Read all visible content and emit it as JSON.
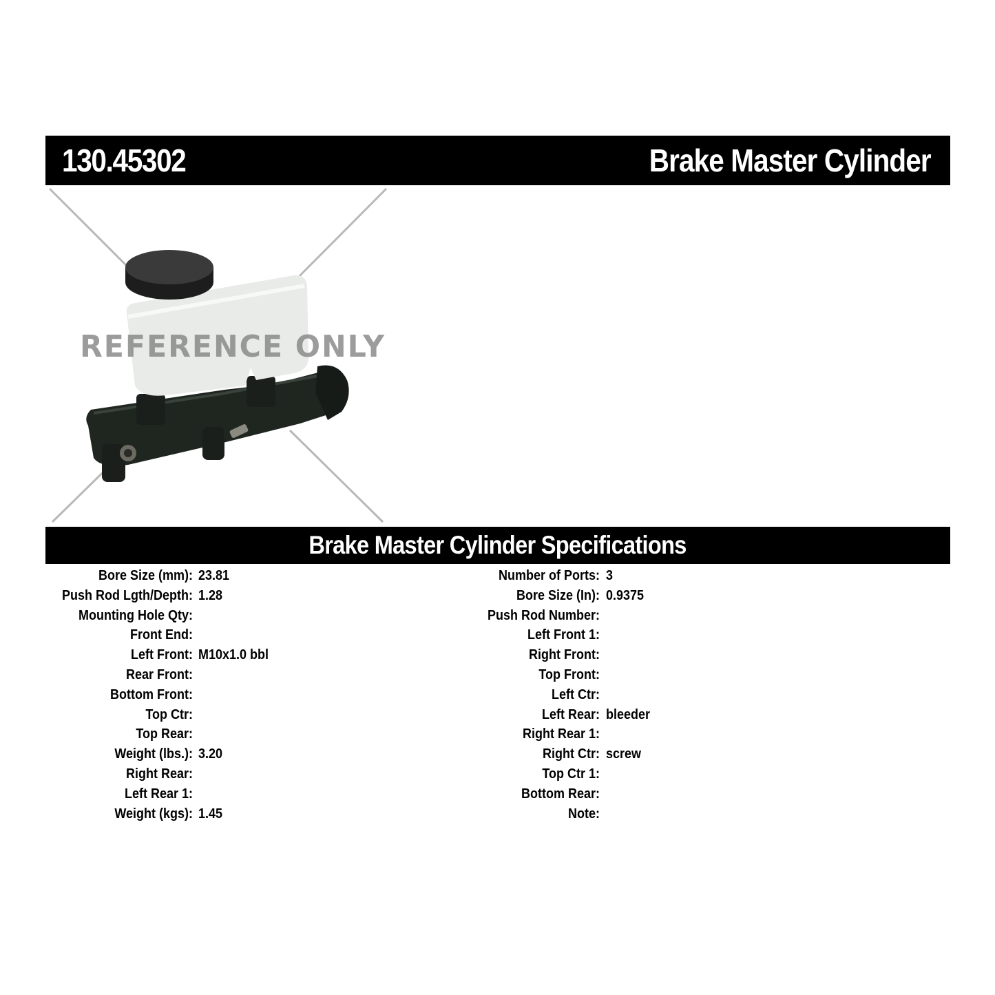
{
  "header": {
    "part_number": "130.45302",
    "part_type": "Brake Master Cylinder"
  },
  "image": {
    "alt": "Brake master cylinder product photo",
    "watermark": "REFERENCE ONLY"
  },
  "specs": {
    "title": "Brake Master Cylinder Specifications",
    "left": [
      {
        "label": "Bore Size (mm):",
        "value": "23.81"
      },
      {
        "label": "Push Rod Lgth/Depth:",
        "value": "1.28"
      },
      {
        "label": "Mounting Hole Qty:",
        "value": ""
      },
      {
        "label": "Front End:",
        "value": ""
      },
      {
        "label": "Left Front:",
        "value": "M10x1.0 bbl"
      },
      {
        "label": "Rear Front:",
        "value": ""
      },
      {
        "label": "Bottom Front:",
        "value": ""
      },
      {
        "label": "Top Ctr:",
        "value": ""
      },
      {
        "label": "Top Rear:",
        "value": ""
      },
      {
        "label": "Weight (lbs.):",
        "value": "3.20"
      },
      {
        "label": "Right Rear:",
        "value": ""
      },
      {
        "label": "Left Rear 1:",
        "value": ""
      },
      {
        "label": "Weight (kgs):",
        "value": "1.45"
      }
    ],
    "right": [
      {
        "label": "Number of Ports:",
        "value": "3"
      },
      {
        "label": "Bore Size (In):",
        "value": "0.9375"
      },
      {
        "label": "Push Rod Number:",
        "value": ""
      },
      {
        "label": "Left Front 1:",
        "value": ""
      },
      {
        "label": "Right Front:",
        "value": ""
      },
      {
        "label": "Top Front:",
        "value": ""
      },
      {
        "label": "Left Ctr:",
        "value": ""
      },
      {
        "label": "Left Rear:",
        "value": "bleeder"
      },
      {
        "label": "Right Rear 1:",
        "value": ""
      },
      {
        "label": "Right Ctr:",
        "value": "screw"
      },
      {
        "label": "Top Ctr 1:",
        "value": ""
      },
      {
        "label": "Bottom Rear:",
        "value": ""
      },
      {
        "label": "Note:",
        "value": ""
      }
    ]
  },
  "colors": {
    "bar_background": "#000000",
    "bar_text": "#ffffff",
    "watermark": "#808080"
  }
}
